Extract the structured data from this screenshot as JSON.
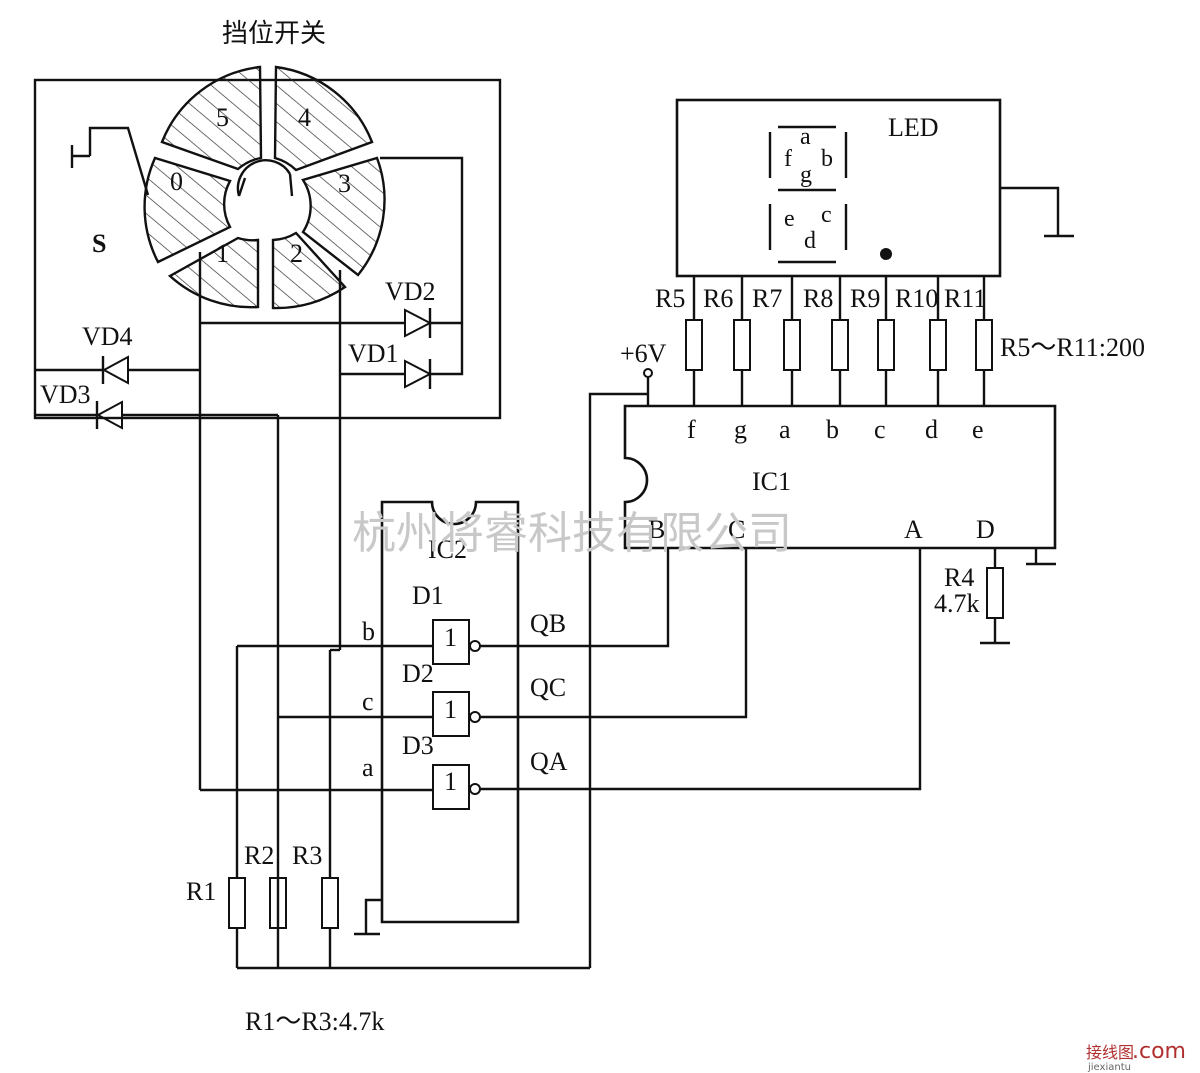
{
  "title": "挡位开关",
  "switch": {
    "label": "S",
    "positions": [
      "0",
      "1",
      "2",
      "3",
      "4",
      "5"
    ]
  },
  "diodes": {
    "vd1": "VD1",
    "vd2": "VD2",
    "vd3": "VD3",
    "vd4": "VD4"
  },
  "led": {
    "label": "LED",
    "segments": {
      "a": "a",
      "b": "b",
      "c": "c",
      "d": "d",
      "e": "e",
      "f": "f",
      "g": "g"
    }
  },
  "resistors_top": [
    "R5",
    "R6",
    "R7",
    "R8",
    "R9",
    "R10",
    "R11"
  ],
  "resistors_top_value": "R5～R11:200",
  "supply": "+6V",
  "ic1": {
    "label": "IC1",
    "top_pins": [
      "f",
      "g",
      "a",
      "b",
      "c",
      "d",
      "e"
    ],
    "bottom_pins": {
      "b": "B",
      "c": "C",
      "a": "A",
      "d": "D"
    }
  },
  "r4": {
    "label": "R4",
    "value": "4.7k"
  },
  "ic2": {
    "label": "IC2",
    "inputs": [
      "b",
      "c",
      "a"
    ],
    "gates": [
      "D1",
      "D2",
      "D3"
    ],
    "gate_symbol": "1",
    "outputs": [
      "QB",
      "QC",
      "QA"
    ]
  },
  "resistors_bottom": [
    "R1",
    "R2",
    "R3"
  ],
  "resistors_bottom_value": "R1～R3:4.7k",
  "watermark": "杭州将睿科技有限公司",
  "corner_logo": {
    "text1": "接线图",
    "text2": ".com",
    "text3": "jiexiantu"
  }
}
